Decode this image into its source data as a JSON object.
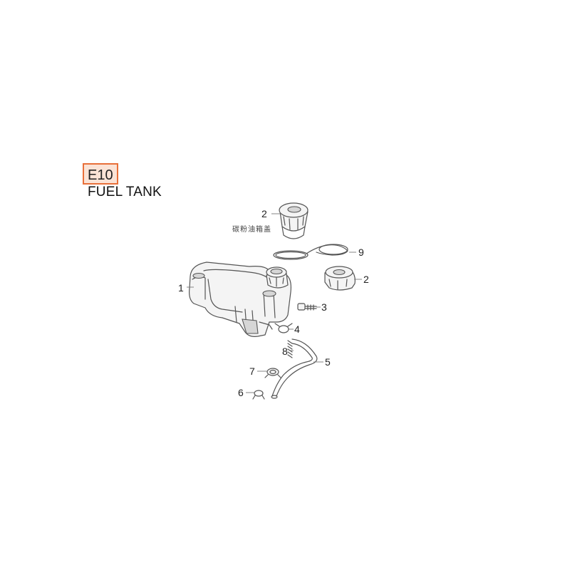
{
  "diagram": {
    "section_code": "E10",
    "section_title": "FUEL TANK",
    "part_note": "碳粉油箱盖",
    "callouts": [
      {
        "id": "c1",
        "label": "1"
      },
      {
        "id": "c2a",
        "label": "2"
      },
      {
        "id": "c2b",
        "label": "2"
      },
      {
        "id": "c3",
        "label": "3"
      },
      {
        "id": "c4",
        "label": "4"
      },
      {
        "id": "c5",
        "label": "5"
      },
      {
        "id": "c6",
        "label": "6"
      },
      {
        "id": "c7",
        "label": "7"
      },
      {
        "id": "c8",
        "label": "8"
      },
      {
        "id": "c9",
        "label": "9"
      }
    ],
    "colors": {
      "highlight_border": "#e8703a",
      "highlight_fill": "#fbe3d6",
      "line": "#555555"
    }
  }
}
